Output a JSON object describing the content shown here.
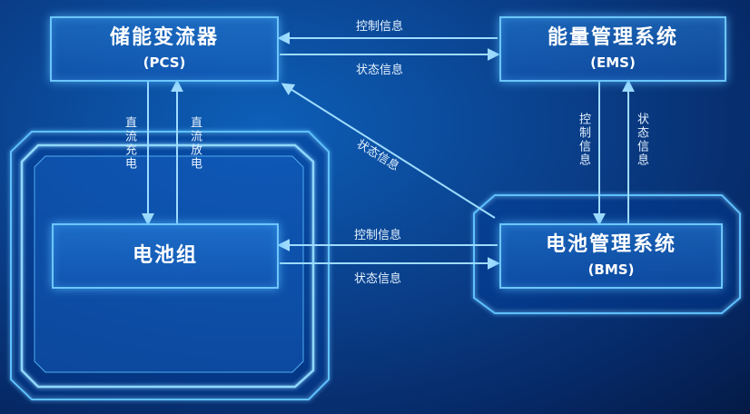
{
  "pcs": {
    "title": "储能变流器",
    "subtitle": "(PCS)"
  },
  "ems": {
    "title": "能量管理系统",
    "subtitle": "(EMS)"
  },
  "battery": {
    "title": "电池组"
  },
  "bms": {
    "title": "电池管理系统",
    "subtitle": "(BMS)"
  },
  "edges": {
    "ems_to_pcs": "控制信息",
    "pcs_to_ems": "状态信息",
    "bms_to_pcs": "状态信息",
    "ems_to_bms": "控制信息",
    "bms_to_ems": "状态信息",
    "bms_to_battery": "控制信息",
    "battery_to_bms": "状态信息",
    "pcs_to_battery": "直流充电",
    "battery_to_pcs": "直流放电"
  },
  "colors": {
    "line": "#6cc6ff",
    "glow": "#4fb0ff",
    "text": "#ffffff"
  }
}
